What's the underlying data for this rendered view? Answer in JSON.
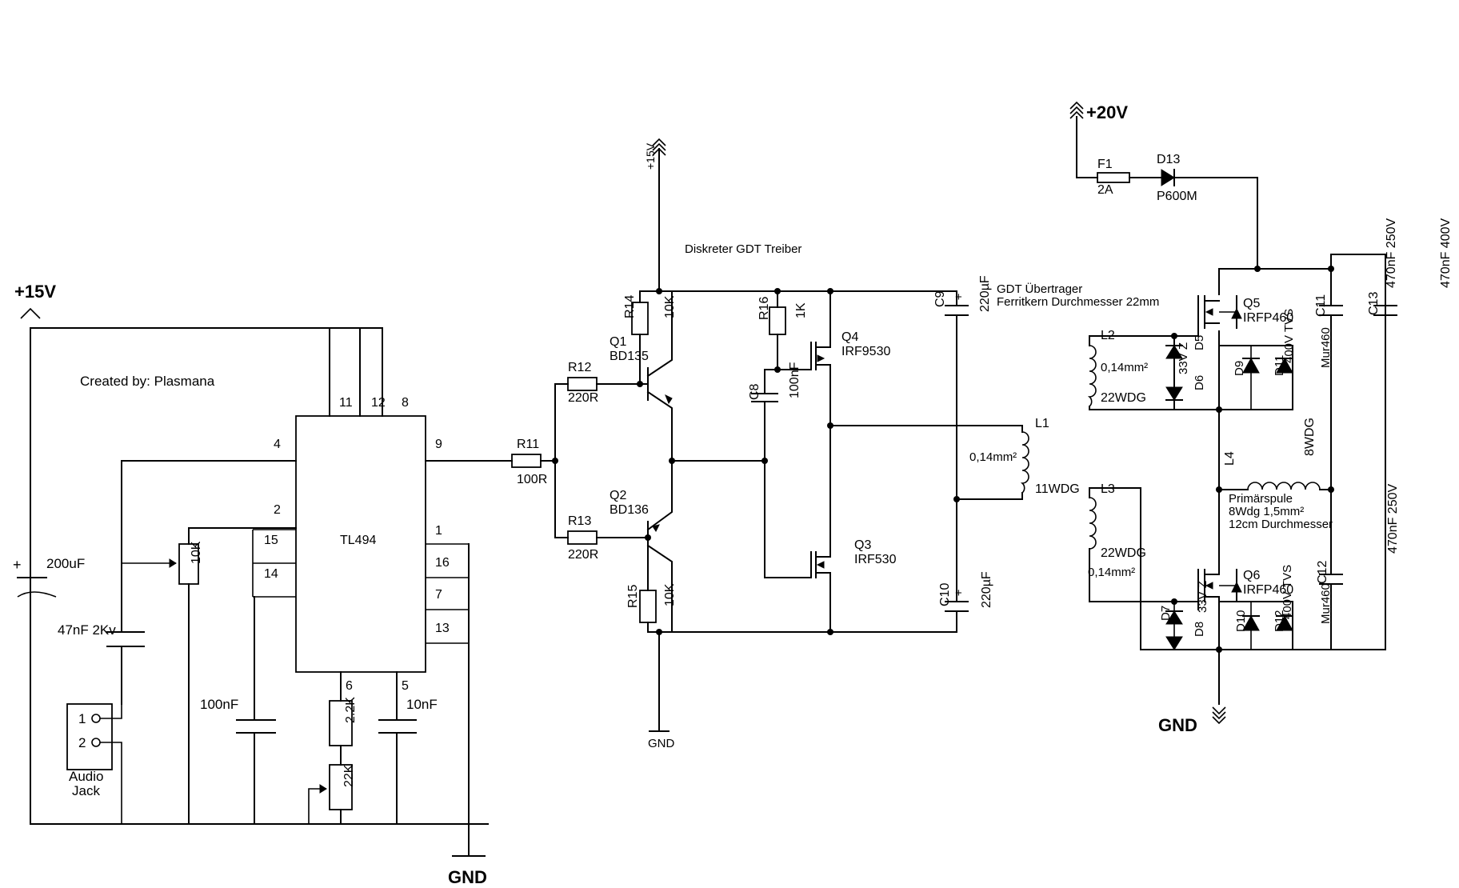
{
  "rails": {
    "v15_left": "+15V",
    "v15_driver": "+15V",
    "v20": "+20V",
    "gnd_left": "GND",
    "gnd_driver": "GND",
    "gnd_right": "GND"
  },
  "credit": "Created by: Plasmana",
  "ic": {
    "name": "TL494",
    "pins": {
      "p11": "11",
      "p12": "12",
      "p8": "8",
      "p4": "4",
      "p2": "2",
      "p15": "15",
      "p14": "14",
      "p9": "9",
      "p1": "1",
      "p16": "16",
      "p7": "7",
      "p13": "13",
      "p6": "6",
      "p5": "5"
    }
  },
  "left": {
    "cap_plus": "+",
    "cap_200": "200uF",
    "cap_47": "47nF 2Kv",
    "pot_10k": "10K",
    "cap_100n": "100nF",
    "cap_10n": "10nF",
    "r_22": "2.2K",
    "pot_22k": "22K",
    "jack_pin1": "1",
    "jack_pin2": "2",
    "jack_label1": "Audio",
    "jack_label2": "Jack"
  },
  "driver": {
    "title": "Diskreter GDT Treiber",
    "r11": "R11",
    "r11v": "100R",
    "r12": "R12",
    "r12v": "220R",
    "r13": "R13",
    "r13v": "220R",
    "r14": "R14",
    "r14v": "10K",
    "r15": "R15",
    "r15v": "10K",
    "r16": "R16",
    "r16v": "1K",
    "q1": "Q1",
    "q1v": "BD135",
    "q2": "Q2",
    "q2v": "BD136",
    "q3": "Q3",
    "q3v": "IRF530",
    "q4": "Q4",
    "q4v": "IRF9530",
    "c8": "C8",
    "c8v": "100nF",
    "c9": "C9",
    "c9v": "220µF",
    "c10": "C10",
    "c10v": "220µF",
    "plus9": "+",
    "plus10": "+"
  },
  "gdt": {
    "title": "GDT Übertrager",
    "subtitle": "Ferritkern Durchmesser 22mm",
    "l1": "L1",
    "l1_wire": "0,14mm²",
    "l1_turns": "11WDG",
    "l2": "L2",
    "l2_wire": "0,14mm²",
    "l2_turns": "22WDG",
    "l3": "L3",
    "l3_wire": "0,14mm²",
    "l3_turns": "22WDG"
  },
  "bridge": {
    "f1": "F1",
    "f1v": "2A",
    "d13": "D13",
    "d13v": "P600M",
    "q5": "Q5",
    "q5v": "IRFP460",
    "q6": "Q6",
    "q6v": "IRFP460",
    "d5": "D5",
    "d6": "D6",
    "d56v": "33V Z",
    "d7": "D7",
    "d8": "D8",
    "d78v": "33V Z",
    "d9": "D9",
    "d9v": "400V TVS",
    "d10": "D10",
    "d10v": "400V TVS",
    "d11": "D11",
    "d11v": "Mur460",
    "d12": "D12",
    "d12v": "Mur460",
    "c11": "C11",
    "c11v": "470nF 250V",
    "c12": "C12",
    "c12v": "470nF 250V",
    "c13": "C13",
    "c13v": "470nF 400V",
    "l4": "L4",
    "l4_turns": "8WDG",
    "primary_title": "Primärspule",
    "primary_spec1": "8Wdg 1,5mm²",
    "primary_spec2": "12cm Durchmesser"
  }
}
